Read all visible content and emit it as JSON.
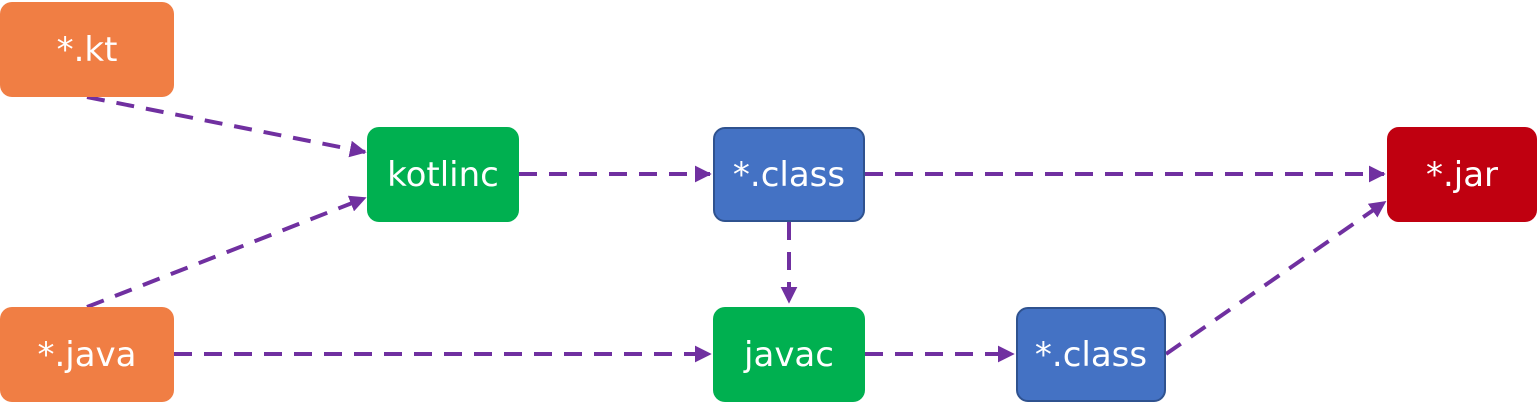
{
  "nodes": {
    "kt": {
      "label": "*.kt"
    },
    "java": {
      "label": "*.java"
    },
    "kotlinc": {
      "label": "kotlinc"
    },
    "class_kotlin": {
      "label": "*.class"
    },
    "javac": {
      "label": "javac"
    },
    "class_java": {
      "label": "*.class"
    },
    "jar": {
      "label": "*.jar"
    }
  },
  "edges": [
    {
      "from": "kt",
      "to": "kotlinc"
    },
    {
      "from": "java",
      "to": "kotlinc"
    },
    {
      "from": "kotlinc",
      "to": "class_kotlin"
    },
    {
      "from": "class_kotlin",
      "to": "jar"
    },
    {
      "from": "class_kotlin",
      "to": "javac"
    },
    {
      "from": "java",
      "to": "javac"
    },
    {
      "from": "javac",
      "to": "class_java"
    },
    {
      "from": "class_java",
      "to": "jar"
    }
  ],
  "colors": {
    "source_node": "#f07e44",
    "compiler_node": "#00b050",
    "output_node": "#4472c4",
    "archive_node": "#c00010",
    "arrow": "#7030a0"
  }
}
